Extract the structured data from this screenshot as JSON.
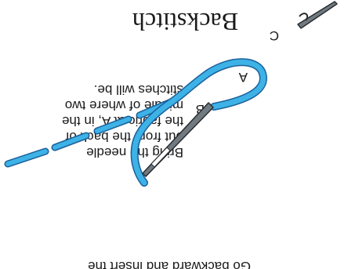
{
  "title": "Backstitch",
  "steps": {
    "step1": {
      "lines": [
        "Bring the needle",
        "out from the back of",
        "the fabric at A, in the",
        "middle of where two",
        "stitches will be."
      ]
    },
    "step2": {
      "lines": [
        "Go backward and insert the"
      ]
    }
  },
  "points": {
    "a": "A",
    "b": "B",
    "c": "C"
  },
  "colors": {
    "thread": "#3db2e6",
    "thread_outline": "#1b5f99",
    "needle": "#707a80",
    "text": "#1a1a1a"
  },
  "icons": {
    "needle": "needle-icon",
    "thread": "thread-icon"
  }
}
